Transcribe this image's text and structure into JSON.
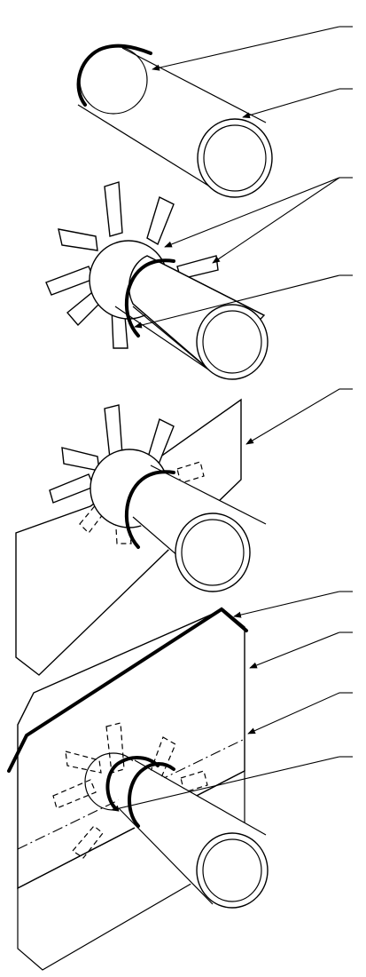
{
  "figure": {
    "panels": [
      {
        "id": "panel-1",
        "parts": [
          "shaft",
          "bearing-edge"
        ]
      },
      {
        "id": "panel-2",
        "parts": [
          "shaft",
          "rotor-hub",
          "blades",
          "edge"
        ]
      },
      {
        "id": "panel-3",
        "parts": [
          "shaft",
          "rotor",
          "hatched-plate"
        ]
      },
      {
        "id": "panel-4",
        "parts": [
          "shaft",
          "plate",
          "top-edge",
          "centerline",
          "hidden-rotor"
        ]
      }
    ],
    "callouts": 9,
    "colors": {
      "line": "#000000",
      "background": "#ffffff"
    }
  }
}
